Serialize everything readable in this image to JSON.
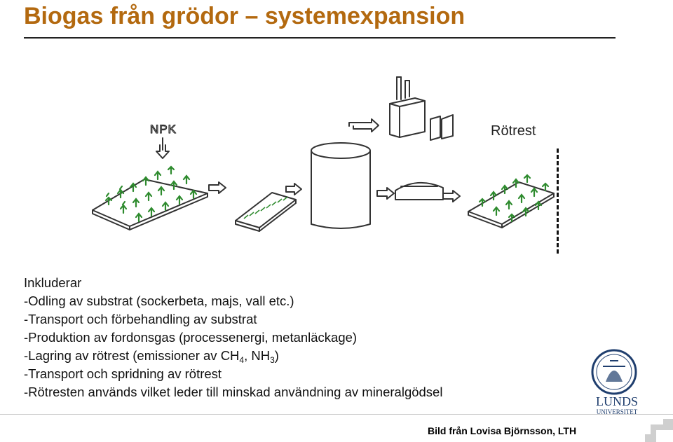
{
  "slide": {
    "title": "Biogas från grödor – systemexpansion",
    "rotrest_label": "Rötrest",
    "npk_label": "NPK",
    "includes_heading": "Inkluderar",
    "bullets": [
      "-Odling av substrat (sockerbeta, majs, vall etc.)",
      "-Transport och förbehandling av substrat",
      "-Produktion av fordonsgas (processenergi, metanläckage)"
    ],
    "storage_line": {
      "prefix": "-Lagring av rötrest (emissioner av CH",
      "ch_sub": "4",
      "mid": ", NH",
      "nh_sub": "3",
      "suffix": ")"
    },
    "bullets_after": [
      "-Transport och spridning av rötrest",
      "-Rötresten används vilket leder till minskad användning av mineralgödsel"
    ],
    "credit": "Bild från Lovisa Björnsson, LTH",
    "logo_text": {
      "line1": "LUNDS",
      "line2": "UNIVERSITET"
    }
  },
  "colors": {
    "title": "#b3690f",
    "plants": "#2e8b2e",
    "text": "#111111",
    "logo": "#1f3e6e"
  }
}
